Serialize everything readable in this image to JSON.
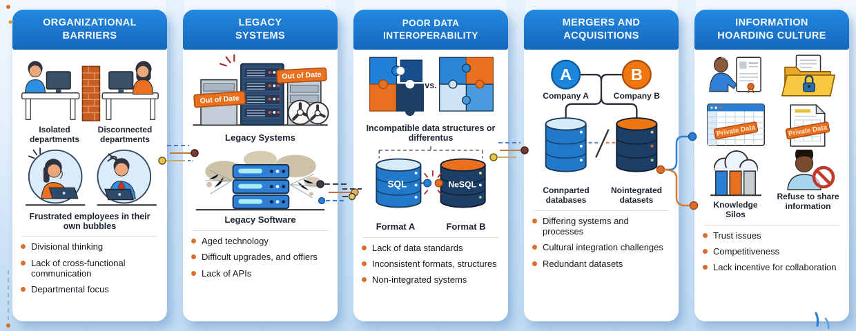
{
  "colors": {
    "header_blue": "#1a78d0",
    "accent_orange": "#e8701f",
    "bullet_orange": "#d9702c",
    "navy": "#1d3e66",
    "page_bg": "#cde3f6"
  },
  "panels": [
    {
      "title_line1": "ORGANIZATIONAL",
      "title_line2": "BARRIERS",
      "fig1_labels": [
        "Isolated departments",
        "Disconnected departments"
      ],
      "fig2_caption": "Frustrated employees in their own bubbles",
      "bullets": [
        "Divisional thinking",
        "Lack of cross-functional communication",
        "Departmental focus"
      ]
    },
    {
      "title_line1": "LEGACY",
      "title_line2": "SYSTEMS",
      "tag_label": "Out of Date",
      "fig1_caption": "Legacy Systems",
      "fig2_caption": "Legacy Software",
      "bullets": [
        "Aged technology",
        "Difficult upgrades, and offiers",
        "Lack of APIs"
      ]
    },
    {
      "title_line1": "POOR DATA",
      "title_line2": "INTEROPERABILITY",
      "vs_label": "vs.",
      "fig1_caption": "Incompatible data structures or differentus",
      "db_left": "SQL",
      "db_right": "NeSQL",
      "format_left": "Format A",
      "format_right": "Format B",
      "bullets": [
        "Lack of data standards",
        "Inconsistent formats, structures",
        "Non-integrated systems"
      ]
    },
    {
      "title_line1": "MERGERS AND",
      "title_line2": "ACQUISITIONS",
      "company_a_letter": "A",
      "company_b_letter": "B",
      "company_a": "Company A",
      "company_b": "Company B",
      "db_left_caption": "Connparted databases",
      "db_right_caption": "Nointegrated datasets",
      "bullets": [
        "Differing systems and processes",
        "Cultural integration challenges",
        "Redundant datasets"
      ]
    },
    {
      "title_line1": "INFORMATION",
      "title_line2": "HOARDING CULTURE",
      "stamp_label": "Private Data",
      "silos_caption": "Knowledge Silos",
      "refuse_caption": "Refuse to share information",
      "bullets": [
        "Trust issues",
        "Competitiveness",
        "Lack incentive for collaboration"
      ]
    }
  ]
}
